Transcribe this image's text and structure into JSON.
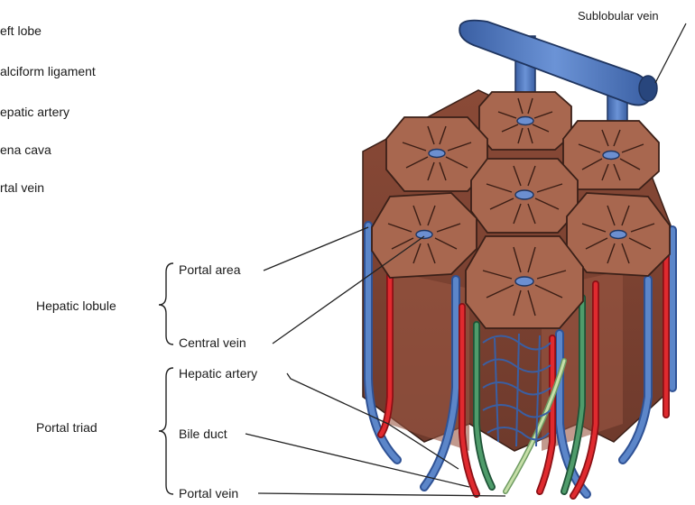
{
  "left_labels": [
    "eft lobe",
    "alciform ligament",
    "epatic artery",
    "ena cava",
    "rtal vein"
  ],
  "groups": {
    "hepatic_lobule": "Hepatic lobule",
    "portal_triad": "Portal triad"
  },
  "callouts": {
    "sublobular_vein": "Sublobular vein",
    "portal_area": "Portal area",
    "central_vein": "Central vein",
    "hepatic_artery": "Hepatic artery",
    "bile_duct": "Bile duct",
    "portal_vein": "Portal vein"
  },
  "colors": {
    "lobule_fill": "#a8674f",
    "lobule_side": "#8f4f3c",
    "vein_blue": "#4f77b8",
    "artery_red": "#d8262b",
    "bile_green": "#3f8a5c",
    "central_vein": "#6c8fd0"
  }
}
